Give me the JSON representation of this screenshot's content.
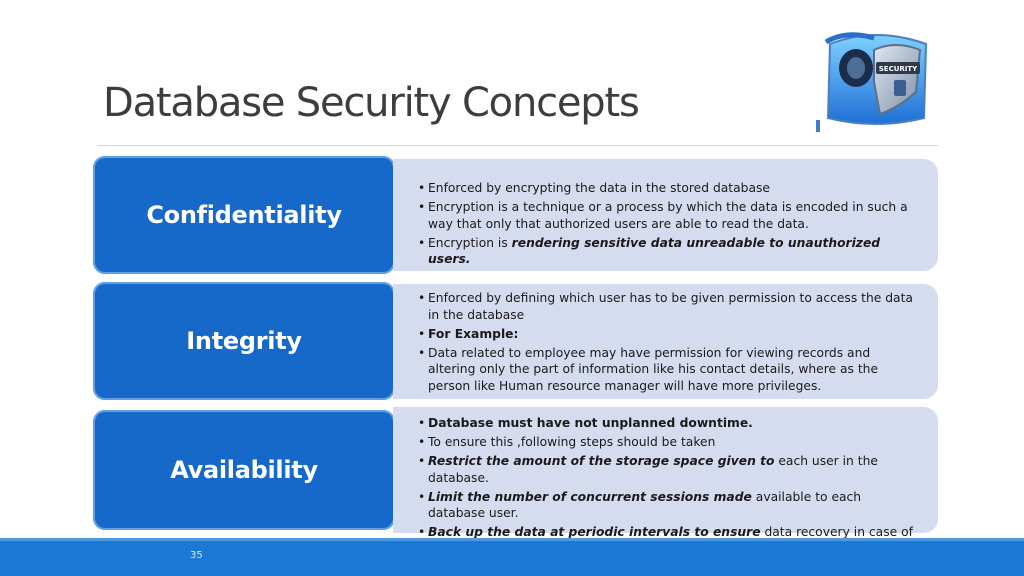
{
  "slide": {
    "title": "Database Security Concepts",
    "page_number": "35"
  },
  "rows": [
    {
      "heading": "Confidentiality",
      "bullets": [
        {
          "parts": [
            {
              "t": "Enforced by encrypting the data in the stored database",
              "s": "n"
            }
          ]
        },
        {
          "parts": [
            {
              "t": "Encryption is a technique or a process by which the data is encoded in such a way that only that authorized users are able to read the data.",
              "s": "n"
            }
          ]
        },
        {
          "parts": [
            {
              "t": "Encryption is ",
              "s": "n"
            },
            {
              "t": "rendering sensitive data unreadable to unauthorized users.",
              "s": "bi"
            }
          ]
        }
      ]
    },
    {
      "heading": "Integrity",
      "bullets": [
        {
          "parts": [
            {
              "t": "Enforced by defining which user has to be given permission to access the data in the database",
              "s": "n"
            }
          ]
        },
        {
          "parts": [
            {
              "t": "For Example:",
              "s": "b"
            }
          ]
        },
        {
          "parts": [
            {
              "t": "Data related to employee may have permission for viewing records and altering only the part of information like his contact details, where as the person like Human resource manager will have more privileges.",
              "s": "n"
            }
          ]
        }
      ]
    },
    {
      "heading": "Availability",
      "bullets": [
        {
          "parts": [
            {
              "t": "Database must have not unplanned downtime.",
              "s": "b"
            }
          ]
        },
        {
          "parts": [
            {
              "t": "To ensure this ,following steps should be taken",
              "s": "n"
            }
          ]
        },
        {
          "parts": [
            {
              "t": "Restrict the amount of the storage space given to",
              "s": "bi"
            },
            {
              "t": " each user in the database.",
              "s": "n"
            }
          ]
        },
        {
          "parts": [
            {
              "t": "Limit the number of concurrent sessions made",
              "s": "bi"
            },
            {
              "t": " available to each database user.",
              "s": "n"
            }
          ]
        },
        {
          "parts": [
            {
              "t": "Back up the data at periodic intervals to ensure",
              "s": "bi"
            },
            {
              "t": " data recovery in case of application users.",
              "s": "n"
            }
          ]
        }
      ]
    }
  ],
  "logo": {
    "icon": "security-shield-laptop-icon",
    "text": "SECURITY"
  },
  "colors": {
    "accent": "#1668c9",
    "panel": "#d6dcef",
    "footer": "#1b78d4"
  }
}
